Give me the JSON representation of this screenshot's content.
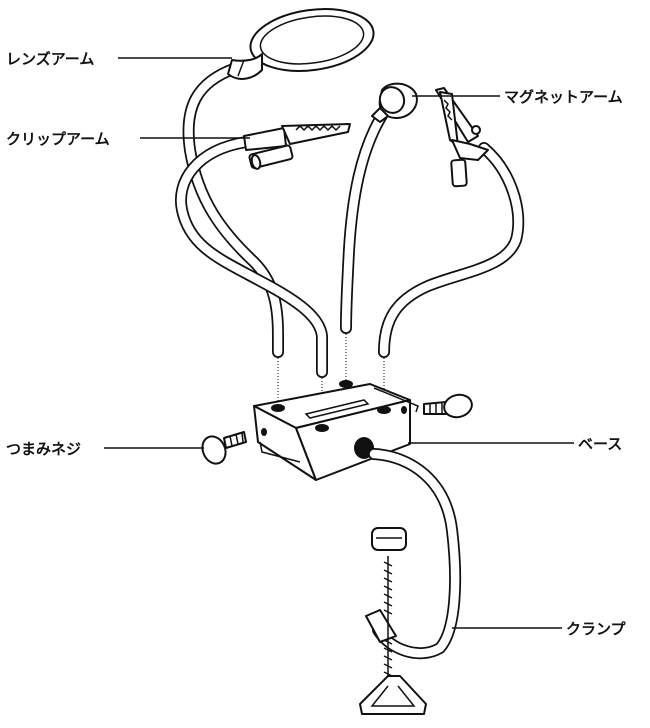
{
  "labels": {
    "lens_arm": "レンズアーム",
    "clip_arm": "クリップアーム",
    "magnet_arm": "マグネットアーム",
    "thumb_screw": "つまみネジ",
    "base": "ベース",
    "clamp": "クランプ"
  },
  "colors": {
    "ink": "#111111",
    "paper": "#ffffff"
  }
}
